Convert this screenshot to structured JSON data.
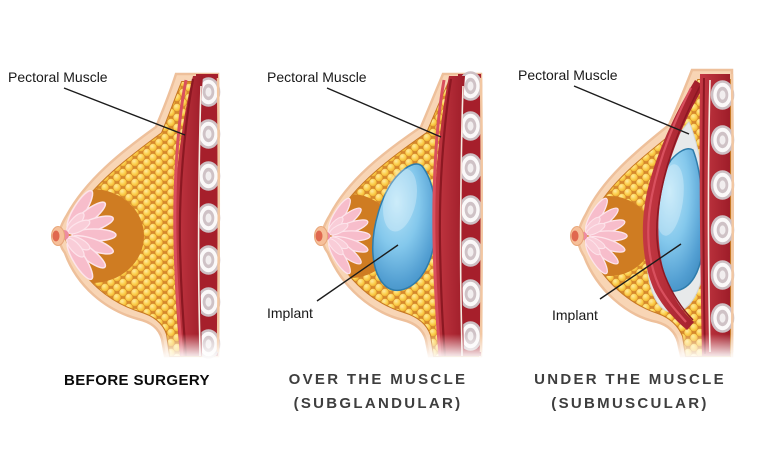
{
  "panels": [
    {
      "anatomy_label": "Pectoral Muscle",
      "caption_line1": "BEFORE SURGERY"
    },
    {
      "anatomy_label": "Pectoral Muscle",
      "implant_label": "Implant",
      "caption_line1": "OVER THE MUSCLE",
      "caption_line2": "(SUBGLANDULAR)"
    },
    {
      "anatomy_label": "Pectoral Muscle",
      "implant_label": "Implant",
      "caption_line1": "UNDER THE MUSCLE",
      "caption_line2": "(SUBMUSCULAR)"
    }
  ],
  "colors": {
    "background": "#ffffff",
    "skin": "#f8d5b5",
    "skin_outline": "#eec09b",
    "fat_background": "#d6882b",
    "fat_bubble": "#fbce4a",
    "gland_pink": "#f7bdcb",
    "muscle_red": "#b22632",
    "muscle_dark": "#8c1822",
    "muscle_light": "#d9505e",
    "implant_blue": "#6ab4e0",
    "rib_ring": "#cdc0c4",
    "capsule_gray": "#e7e9ea",
    "label_text": "#191919",
    "caption_before_color": "#0b0b0b",
    "caption_gray": "#3e3e3e"
  }
}
